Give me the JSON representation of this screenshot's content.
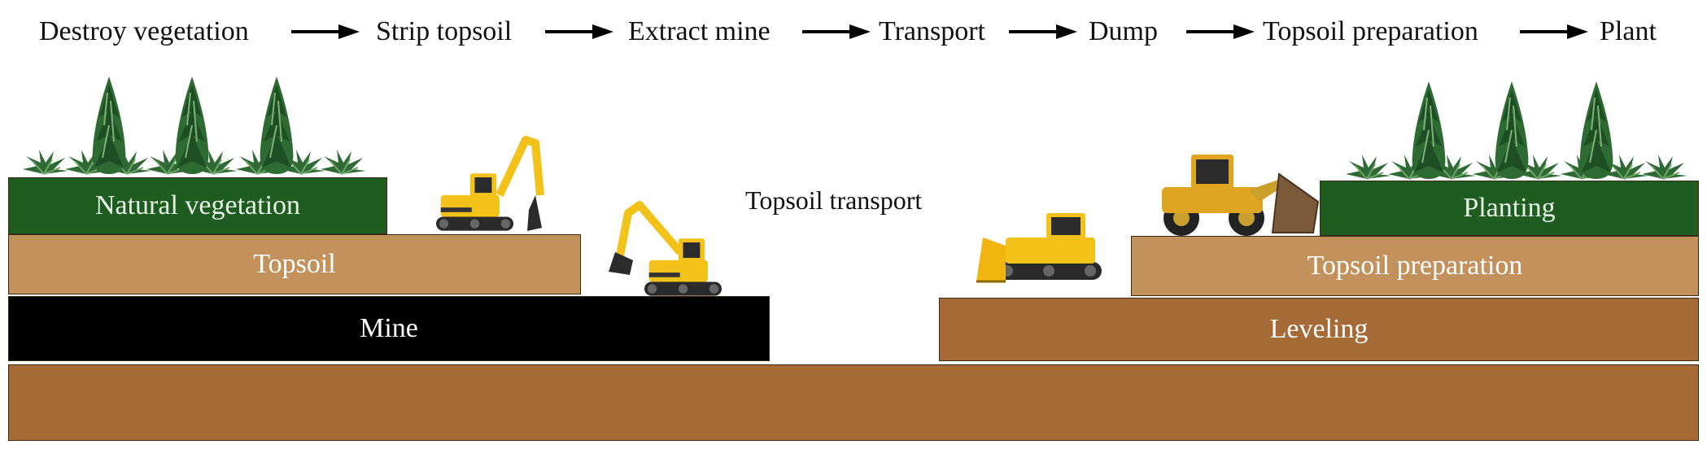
{
  "process_steps": [
    "Destroy vegetation",
    "Strip topsoil",
    "Extract mine",
    "Transport",
    "Dump",
    "Topsoil preparation",
    "Plant"
  ],
  "labels": {
    "natural_vegetation": "Natural vegetation",
    "topsoil": "Topsoil",
    "mine": "Mine",
    "topsoil_transport": "Topsoil transport",
    "planting": "Planting",
    "topsoil_preparation": "Topsoil preparation",
    "leveling": "Leveling"
  },
  "colors": {
    "vegetation": "#1f5c1f",
    "topsoil": "#c2915c",
    "mine": "#000000",
    "ground": "#a56a35",
    "machine_yellow": "#f2c21b",
    "tree": "#2e6b33"
  },
  "icons": [
    "excavator-icon",
    "bulldozer-icon",
    "wheel-loader-icon",
    "tree-icon",
    "arrow-right-icon"
  ]
}
